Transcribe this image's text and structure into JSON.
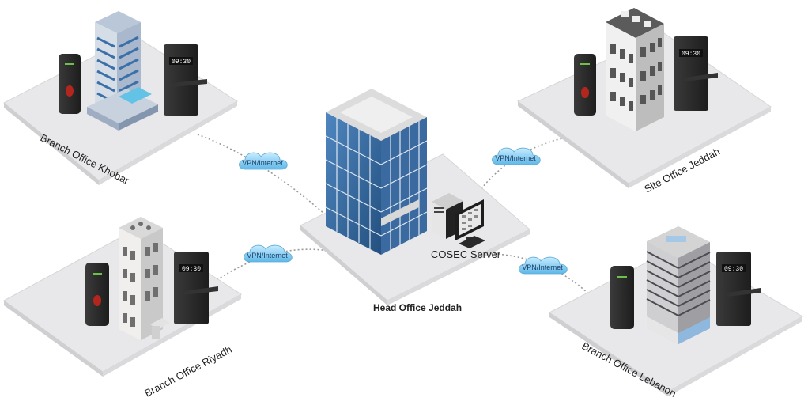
{
  "offices": {
    "khobar": "Branch Office Khobar",
    "riyadh": "Branch Office Riyadh",
    "head": "Head Office Jeddah",
    "site": "Site Office Jeddah",
    "lebanon": "Branch Office Lebanon"
  },
  "server_label": "COSEC Server",
  "vpn_label": "VPN/Internet",
  "device_clock": "09:30",
  "colors": {
    "platform": "#e8e8ea",
    "cloud": "#8fd3f4",
    "glass": "#3b6fa8",
    "device": "#2b2b2b",
    "link": "#9a9a9a"
  },
  "icons": [
    "building-icon",
    "fingerprint-reader-icon",
    "door-lock-icon",
    "server-tower-icon",
    "monitor-icon",
    "cloud-icon"
  ]
}
